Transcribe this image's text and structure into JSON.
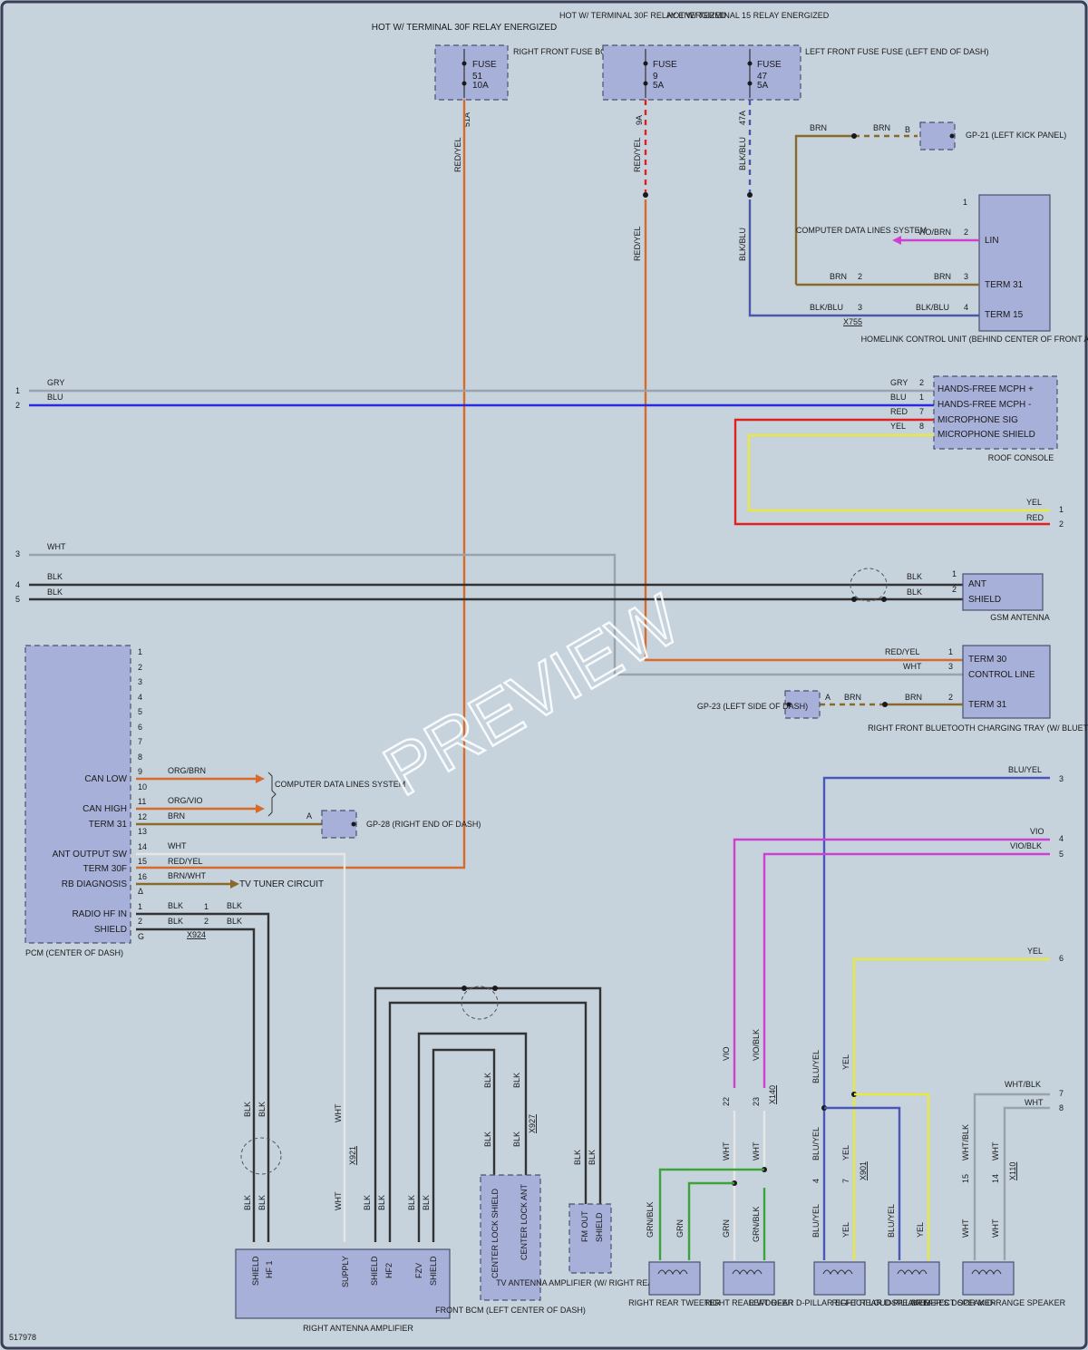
{
  "diagram_id": "517978",
  "watermark": "PREVIEW",
  "supplies": {
    "hot30f_relay": "HOT W/ TERMINAL 30F RELAY ENERGIZED",
    "hot30f_relay_b": "HOT W/ TERMINAL 30F RELAY ENERGIZED",
    "hot15_relay": "HOT W/ TERMINAL 15 RELAY ENERGIZED"
  },
  "fuses": {
    "f51": {
      "label": "FUSE",
      "num": "51",
      "amp": "10A"
    },
    "f9": {
      "label": "FUSE",
      "num": "9",
      "amp": "5A"
    },
    "f47": {
      "label": "FUSE",
      "num": "47",
      "amp": "5A"
    }
  },
  "components": {
    "rf_fusebox": "RIGHT FRONT FUSE BOX (RIGHT END OF DASH)",
    "lf_fusebox": "LEFT FRONT FUSE FUSE (LEFT END OF DASH)",
    "gp21": "GP-21 (LEFT KICK PANEL)",
    "homelink": "HOMELINK CONTROL UNIT (BEHIND CENTER OF FRONT APRON)",
    "roof_console": "ROOF CONSOLE",
    "gsm_antenna": "GSM ANTENNA",
    "bt_tray": "RIGHT FRONT BLUETOOTH CHARGING TRAY (W/ BLUETOOTH)",
    "gp23": "GP-23 (LEFT SIDE OF DASH)",
    "gp28": "GP-28 (RIGHT END OF DASH)",
    "pcm": "PCM (CENTER OF DASH)",
    "computer_data_lines": "COMPUTER DATA LINES SYSTEM",
    "computer_data_lines_b": "COMPUTER DATA LINES SYSTEM",
    "tv_tuner": "TV TUNER CIRCUIT",
    "right_antenna_amp": "RIGHT ANTENNA AMPLIFIER",
    "front_bcm": "FRONT BCM (LEFT CENTER OF DASH)",
    "tv_antenna_amp": "TV ANTENNA AMPLIFIER (W/ RIGHT REAR FLAP)",
    "rr_tweeter": "RIGHT REAR TWEETER",
    "rr_woofer": "RIGHT REAR WOOFER",
    "lr_dpillar": "LEFT REAR D-PILLAR EFFECT LOUDSPEAKER",
    "rr_dpillar": "RIGHT REAR D-PILLAR EFFECT SPEAKER",
    "drivers_door": "DRIVER'S DOOR MID-RANGE SPEAKER"
  },
  "pins": {
    "homelink": [
      "LIN",
      "TERM 31",
      "TERM 15"
    ],
    "roof": [
      "HANDS-FREE MCPH +",
      "HANDS-FREE MCPH -",
      "MICROPHONE SIG",
      "MICROPHONE SHIELD"
    ],
    "gsm": [
      "ANT",
      "SHIELD"
    ],
    "bt": [
      "TERM 30",
      "CONTROL LINE",
      "TERM 31"
    ],
    "pcm": [
      "CAN LOW",
      "CAN HIGH",
      "TERM 31",
      "ANT OUTPUT SW",
      "TERM 30F",
      "RB DIAGNOSIS",
      "RADIO HF IN",
      "SHIELD"
    ],
    "ant_amp": [
      "SHIELD",
      "HF 1",
      "SUPPLY",
      "SHIELD",
      "HF2",
      "FZV",
      "SHIELD"
    ],
    "bcm": [
      "CENTER LOCK SHIELD",
      "CENTER LOCK ANT"
    ],
    "tv": [
      "FM OUT",
      "SHIELD"
    ]
  },
  "connectors": {
    "x755": "X755",
    "x924": "X924",
    "x921": "X921",
    "x927": "X927",
    "x140": "X140",
    "x901": "X901",
    "x110": "X110"
  },
  "wires": {
    "redyel": "RED/YEL",
    "blkblu": "BLK/BLU",
    "brn": "BRN",
    "violbrn": "VIO/BRN",
    "gry": "GRY",
    "blu": "BLU",
    "red": "RED",
    "yel": "YEL",
    "wht": "WHT",
    "blk": "BLK",
    "orgbrn": "ORG/BRN",
    "orgvio": "ORG/VIO",
    "brnwht": "BRN/WHT",
    "bluyel": "BLU/YEL",
    "vio": "VIO",
    "vioblk": "VIO/BLK",
    "whtblk": "WHT/BLK",
    "grnblk": "GRN/BLK",
    "grn": "GRN"
  },
  "pin_numbers": {
    "f51_in": "51A",
    "f9_in": "9A",
    "f47_in": "47A"
  }
}
